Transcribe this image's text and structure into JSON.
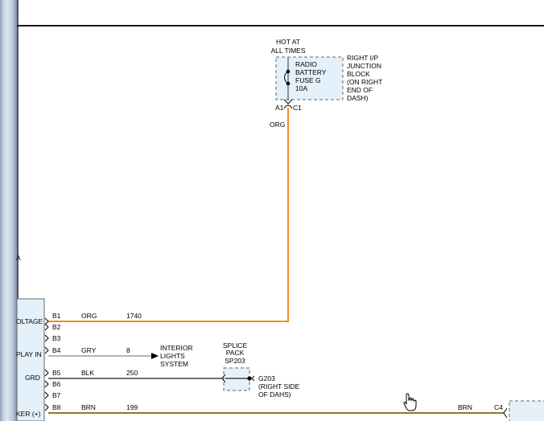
{
  "fuse_block": {
    "source_lines": [
      "HOT AT",
      "ALL TIMES"
    ],
    "fuse_lines": [
      "RADIO",
      "BATTERY",
      "FUSE G",
      "10A"
    ],
    "location_lines": [
      "RIGHT I/P",
      "JUNCTION",
      "BLOCK",
      "(ON RIGHT",
      "END OF",
      "DASH)"
    ],
    "pin_a": "A1",
    "pin_c": "C1",
    "wire_color": "ORG"
  },
  "connector": {
    "side_labels": [
      "A",
      "OLTAGE",
      "PLAY IN",
      "GRD",
      "KER (+)"
    ],
    "pins": [
      "B1",
      "B2",
      "B3",
      "B4",
      "B5",
      "B6",
      "B7",
      "B8"
    ]
  },
  "wires": [
    {
      "pin": "B1",
      "color": "ORG",
      "circuit": "1740"
    },
    {
      "pin": "B4",
      "color": "GRY",
      "circuit": "8"
    },
    {
      "pin": "B5",
      "color": "BLK",
      "circuit": "250"
    },
    {
      "pin": "B8",
      "color": "BRN",
      "circuit": "199"
    }
  ],
  "interior_lights_lines": [
    "INTERIOR",
    "LIGHTS",
    "SYSTEM"
  ],
  "splice_lines": [
    "SPLICE",
    "PACK",
    "SP203"
  ],
  "ground_lines": [
    "G203",
    "(RIGHT SIDE",
    "OF DAHS)"
  ],
  "right_wire": {
    "color": "BRN",
    "pin": "C4"
  },
  "colors": {
    "org": "#f28c1e",
    "gry": "#b5b5b5",
    "blk": "#444444",
    "brn": "#8a7a2a",
    "box_fill": "#e4f1fa",
    "box_stroke": "#666666"
  }
}
